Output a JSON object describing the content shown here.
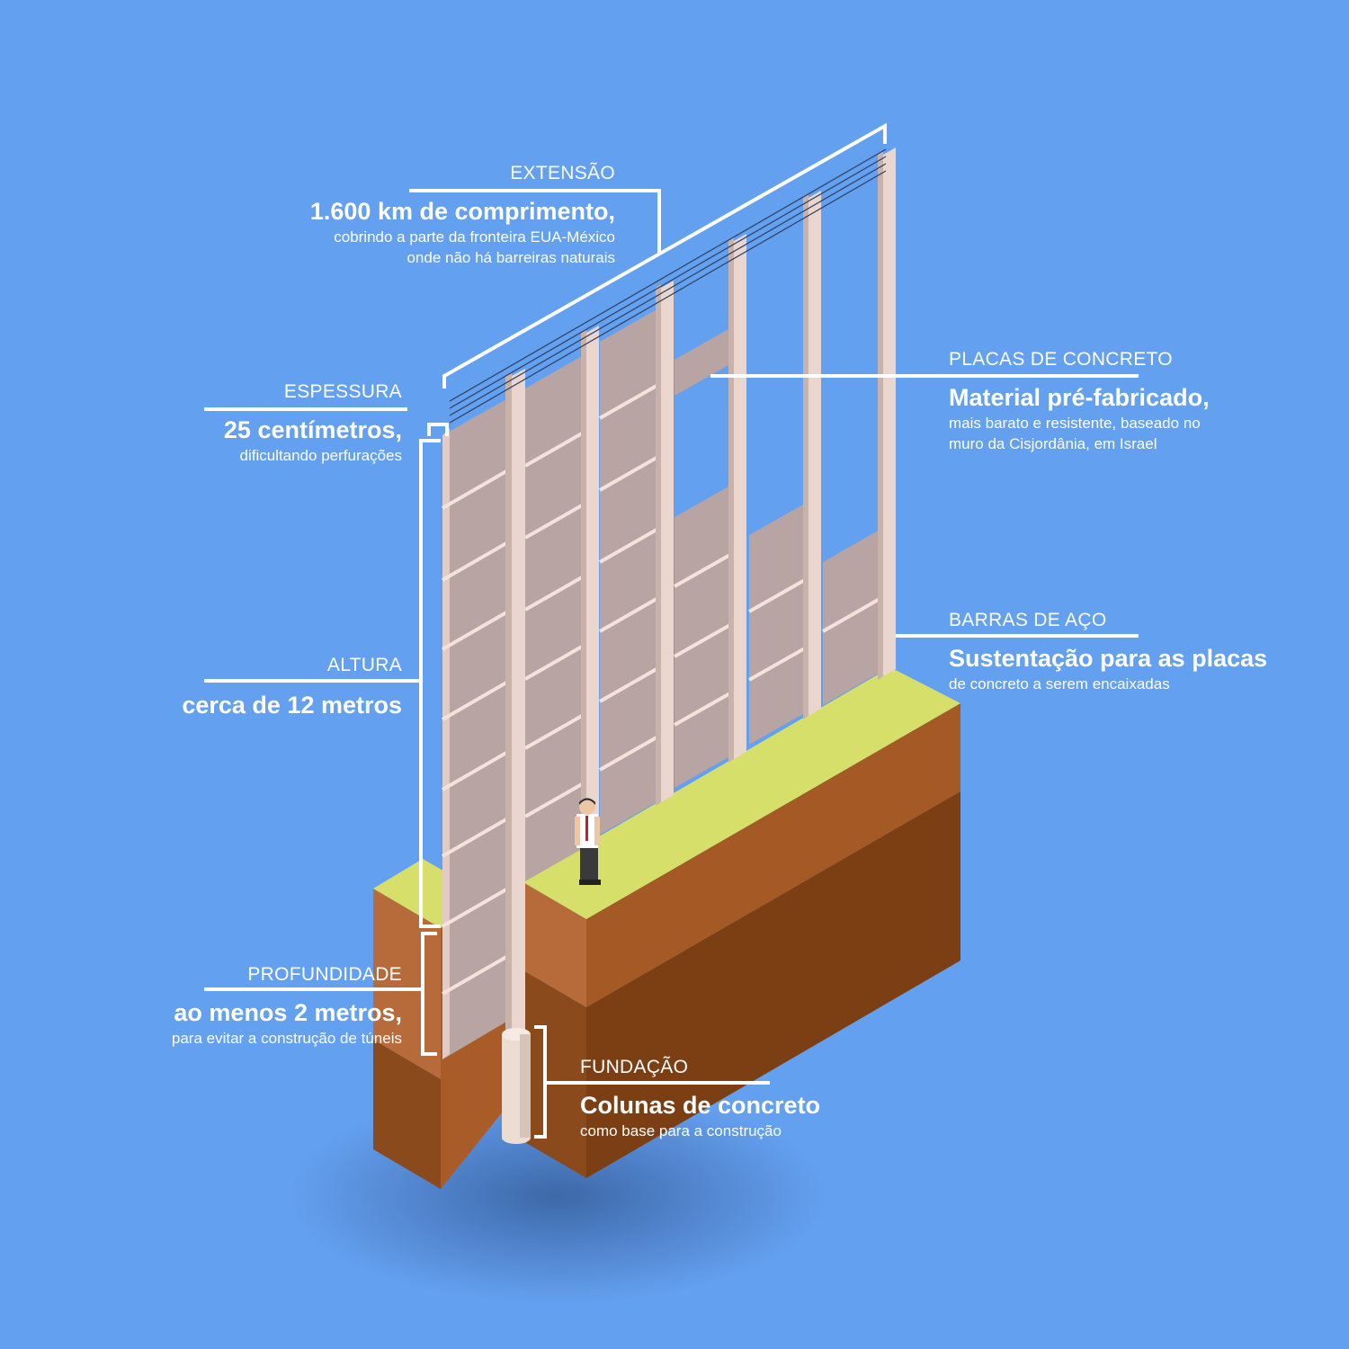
{
  "labels": {
    "extensao": {
      "category": "EXTENSÃO",
      "headline": "1.600 km de comprimento,",
      "lines": [
        "cobrindo a parte da fronteira EUA-México",
        "onde não há barreiras naturais"
      ]
    },
    "espessura": {
      "category": "ESPESSURA",
      "headline": "25 centímetros,",
      "lines": [
        "dificultando perfurações"
      ]
    },
    "altura": {
      "category": "ALTURA",
      "headline": "cerca de 12 metros"
    },
    "profundidade": {
      "category": "PROFUNDIDADE",
      "headline": "ao menos 2 metros,",
      "lines": [
        "para evitar a construção de túneis"
      ]
    },
    "placas": {
      "category": "PLACAS DE CONCRETO",
      "headline": "Material pré-fabricado,",
      "lines": [
        "mais barato e resistente, baseado no",
        "muro da Cisjordânia, em Israel"
      ]
    },
    "barras": {
      "category": "BARRAS DE AÇO",
      "headline": "Sustentação para as placas",
      "lines": [
        "de concreto a serem encaixadas"
      ]
    },
    "fundacao": {
      "category": "FUNDAÇÃO",
      "headline": "Colunas de concreto",
      "lines": [
        "como base para a construção"
      ]
    }
  },
  "colors": {
    "background": "#64a0f0",
    "grass": "#d6df6a",
    "soil_top": "#b86b3a",
    "soil_mid": "#a55a26",
    "soil_deep": "#7c3f14",
    "panel": "#b8a4a2",
    "panel_light": "#cdb9b3",
    "pillar": "#ead6cf",
    "annotation": "#ffffff"
  }
}
